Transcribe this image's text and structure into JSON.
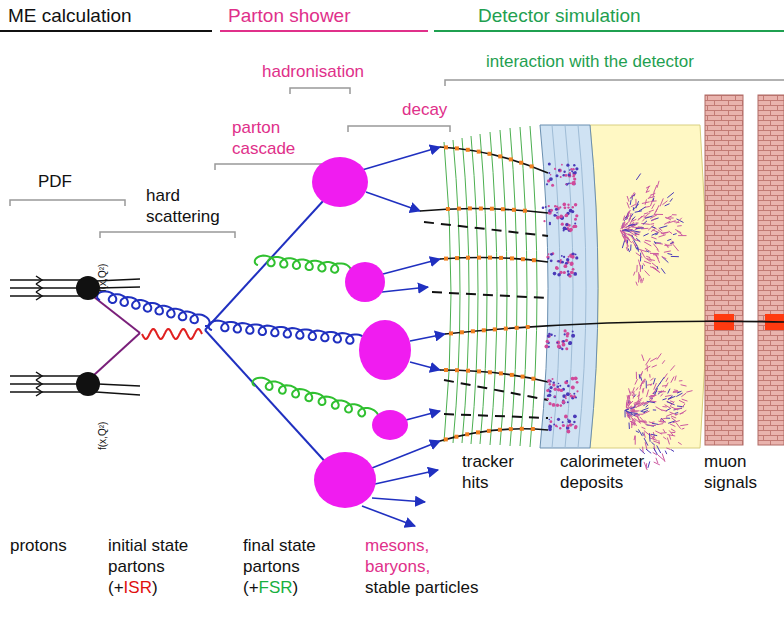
{
  "diagram": {
    "labels": [
      "ME calculation",
      "Parton shower",
      "Detector simulation",
      "hadronisation",
      "interaction with the detector",
      "decay",
      "parton cascade",
      "PDF",
      "hard scattering",
      "f(x,Q²)",
      "f(x,Q²)",
      "tracker hits",
      "calorimeter deposits",
      "muon signals",
      "protons",
      "initial state partons",
      "(+",
      "ISR",
      ")",
      "final state partons",
      "(+",
      "FSR",
      ")",
      "mesons, baryons,",
      "stable particles"
    ]
  }
}
